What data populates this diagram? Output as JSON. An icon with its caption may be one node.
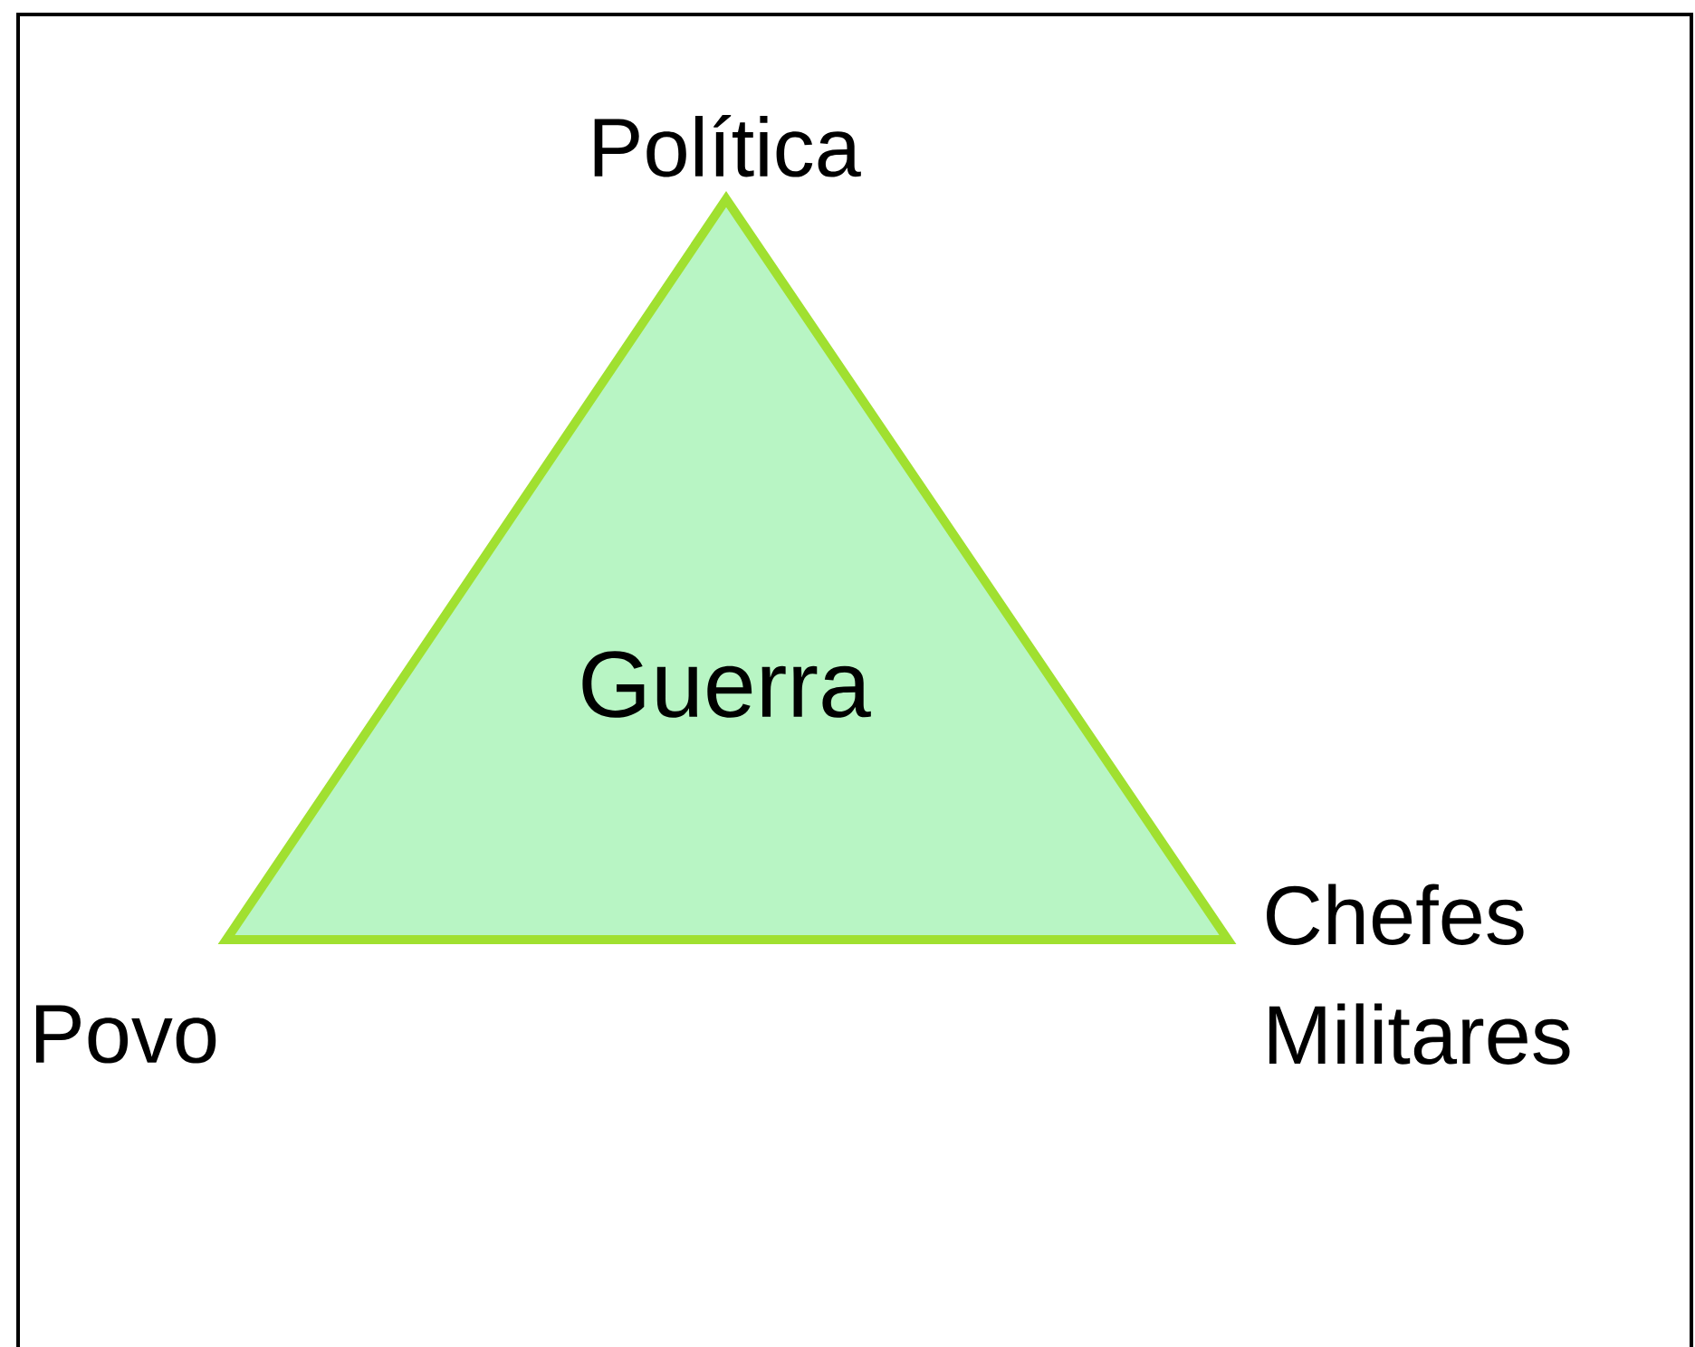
{
  "diagram": {
    "nodes": [
      {
        "text": [
          "Guerra"
        ]
      }
    ],
    "edges": [],
    "labels": [
      "Política",
      "Povo",
      "Chefes Militares"
    ]
  }
}
